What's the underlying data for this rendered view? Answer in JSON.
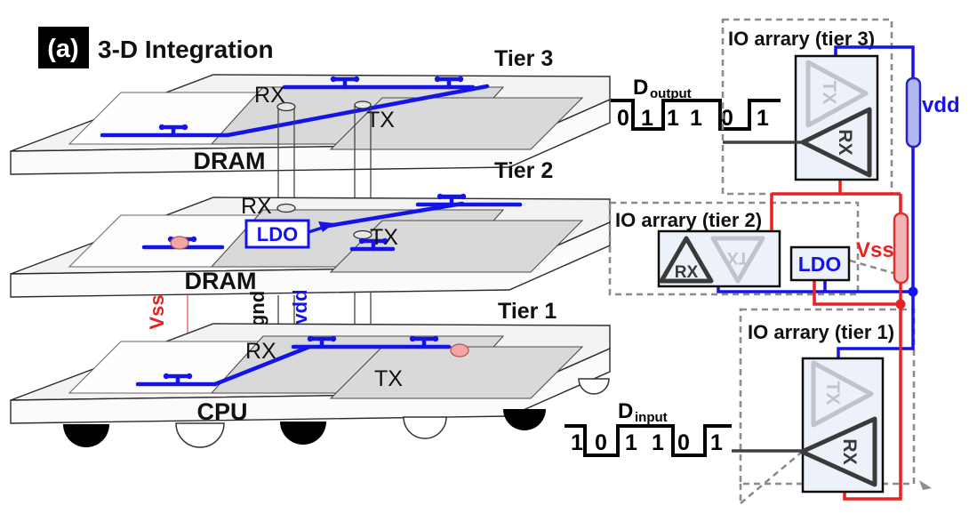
{
  "figure": {
    "panel_label": "(a)",
    "title": "3-D Integration"
  },
  "stack": {
    "tier3": {
      "name": "Tier 3",
      "die": "DRAM",
      "rx": "RX",
      "tx": "TX"
    },
    "tier2": {
      "name": "Tier 2",
      "die": "DRAM",
      "rx": "RX",
      "tx": "TX",
      "ldo": "LDO"
    },
    "tier1": {
      "name": "Tier 1",
      "die": "CPU",
      "rx": "RX",
      "tx": "TX"
    },
    "rails": {
      "vss": "Vss",
      "gnd": "gnd",
      "vdd": "vdd"
    }
  },
  "waveforms": {
    "output": {
      "name": "D",
      "subscript": "output",
      "bits": [
        "0",
        "1",
        "1",
        "1",
        "0",
        "1"
      ]
    },
    "input": {
      "name": "D",
      "subscript": "input",
      "bits": [
        "1",
        "0",
        "1",
        "1",
        "0",
        "1"
      ]
    }
  },
  "circuit": {
    "tier3_box": {
      "label": "IO arrary (tier 3)",
      "tx": "TX",
      "rx": "RX",
      "vdd": "vdd"
    },
    "tier2_box": {
      "label": "IO arrary (tier 2)",
      "rx": "RX",
      "tx": "TX",
      "ldo": "LDO",
      "vss": "Vss"
    },
    "tier1_box": {
      "label": "IO arrary (tier 1)",
      "tx": "TX",
      "rx": "RX"
    }
  },
  "colors": {
    "blue": "#1414e8",
    "red": "#e62222",
    "dash_gray": "#8c8c8c",
    "vdd_resistor_fill": "#b3b7ef",
    "vss_resistor_fill": "#f2b4b4"
  }
}
